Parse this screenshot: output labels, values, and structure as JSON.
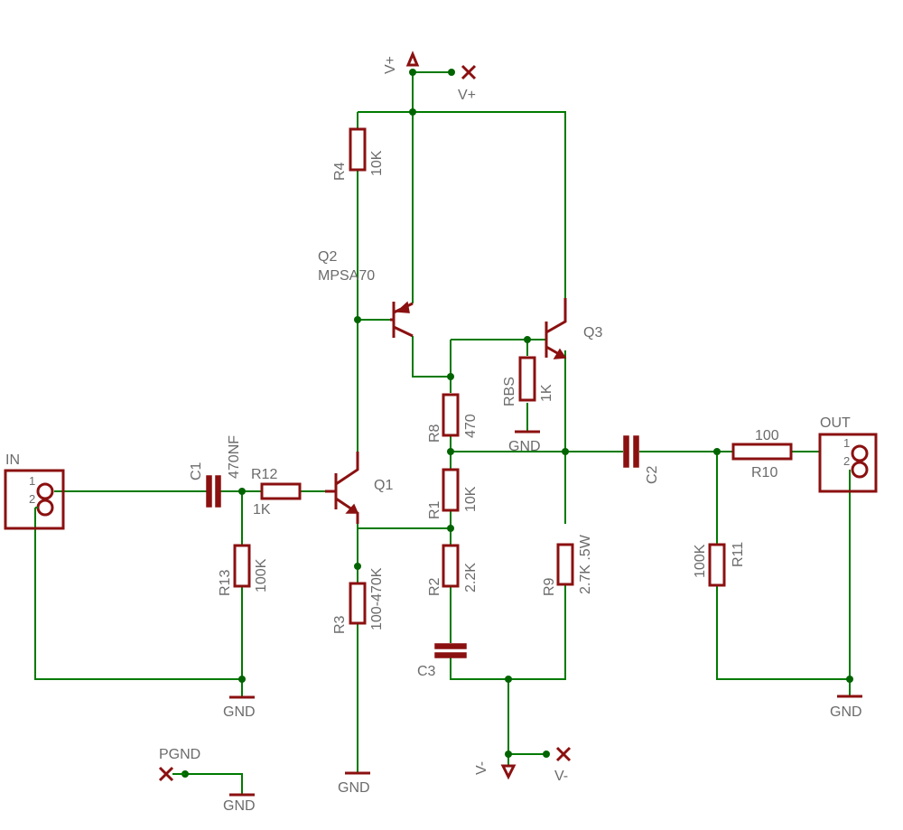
{
  "connectors": {
    "in": {
      "name": "IN",
      "pin1": "1",
      "pin2": "2"
    },
    "out": {
      "name": "OUT",
      "pin1": "1",
      "pin2": "2"
    }
  },
  "transistors": {
    "q1": {
      "name": "Q1"
    },
    "q2": {
      "name": "Q2",
      "value": "MPSA70"
    },
    "q3": {
      "name": "Q3"
    }
  },
  "resistors": {
    "r1": {
      "name": "R1",
      "value": "10K"
    },
    "r2": {
      "name": "R2",
      "value": "2.2K"
    },
    "r3": {
      "name": "R3",
      "value": "100-470K"
    },
    "r4": {
      "name": "R4",
      "value": "10K"
    },
    "r8": {
      "name": "R8",
      "value": "470"
    },
    "r9": {
      "name": "R9",
      "value": "2.7K .5W"
    },
    "r10": {
      "name": "R10",
      "value": "100"
    },
    "r11": {
      "name": "R11",
      "value": "100K"
    },
    "r12": {
      "name": "R12",
      "value": "1K"
    },
    "r13": {
      "name": "R13",
      "value": "100K"
    },
    "rbs": {
      "name": "RBS",
      "value": "1K"
    }
  },
  "capacitors": {
    "c1": {
      "name": "C1",
      "value": "470NF"
    },
    "c2": {
      "name": "C2"
    },
    "c3": {
      "name": "C3"
    }
  },
  "supplies": {
    "vplus_symbol": "V+",
    "vplus_label": "V+",
    "vminus_symbol": "V-",
    "vminus_label": "V-",
    "pgnd": "PGND",
    "gnd": "GND"
  },
  "colors": {
    "wire": "#007a00",
    "component": "#8b1010",
    "junction": "#006400",
    "text": "#6b6b6b"
  }
}
